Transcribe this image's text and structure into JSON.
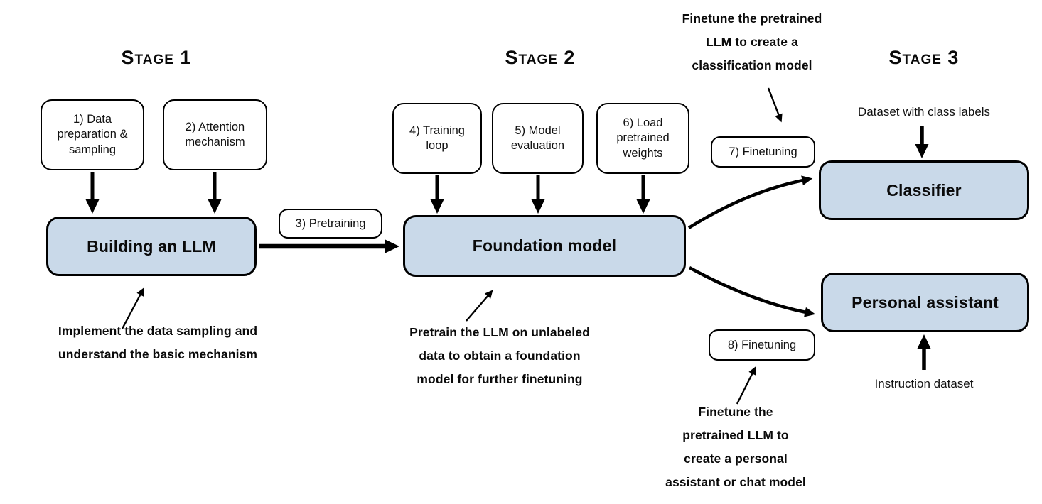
{
  "colors": {
    "box_fill": "#c9d9e9",
    "line_color": "#000000",
    "background": "#ffffff"
  },
  "stage1": {
    "title": "Stage 1",
    "step1_label": "1) Data preparation & sampling",
    "step2_label": "2) Attention mechanism",
    "main_box_label": "Building an LLM",
    "annotation": {
      "lines": [
        "Implement the data sampling and",
        "understand the basic mechanism"
      ]
    }
  },
  "transition": {
    "pretraining_pill_label": "3) Pretraining"
  },
  "stage2": {
    "title": "Stage 2",
    "step4_label": "4) Training loop",
    "step5_label": "5) Model evaluation",
    "step6_label": "6) Load pretrained weights",
    "main_box_label": "Foundation model",
    "annotation": {
      "lines": [
        "Pretrain the LLM on unlabeled",
        "data to obtain a foundation",
        "model for further finetuning"
      ]
    }
  },
  "finetune_classification": {
    "pill_label": "7) Finetuning",
    "annotation": {
      "lines": [
        "Finetune the pretrained",
        "LLM to create a",
        "classification model"
      ]
    }
  },
  "finetune_assistant": {
    "pill_label": "8) Finetuning",
    "annotation": {
      "lines": [
        "Finetune the",
        "pretrained LLM to",
        "create a personal",
        "assistant or chat model"
      ]
    }
  },
  "stage3": {
    "title": "Stage 3",
    "classifier_input_label": "Dataset with class labels",
    "classifier_box_label": "Classifier",
    "assistant_box_label": "Personal assistant",
    "assistant_input_label": "Instruction dataset"
  }
}
